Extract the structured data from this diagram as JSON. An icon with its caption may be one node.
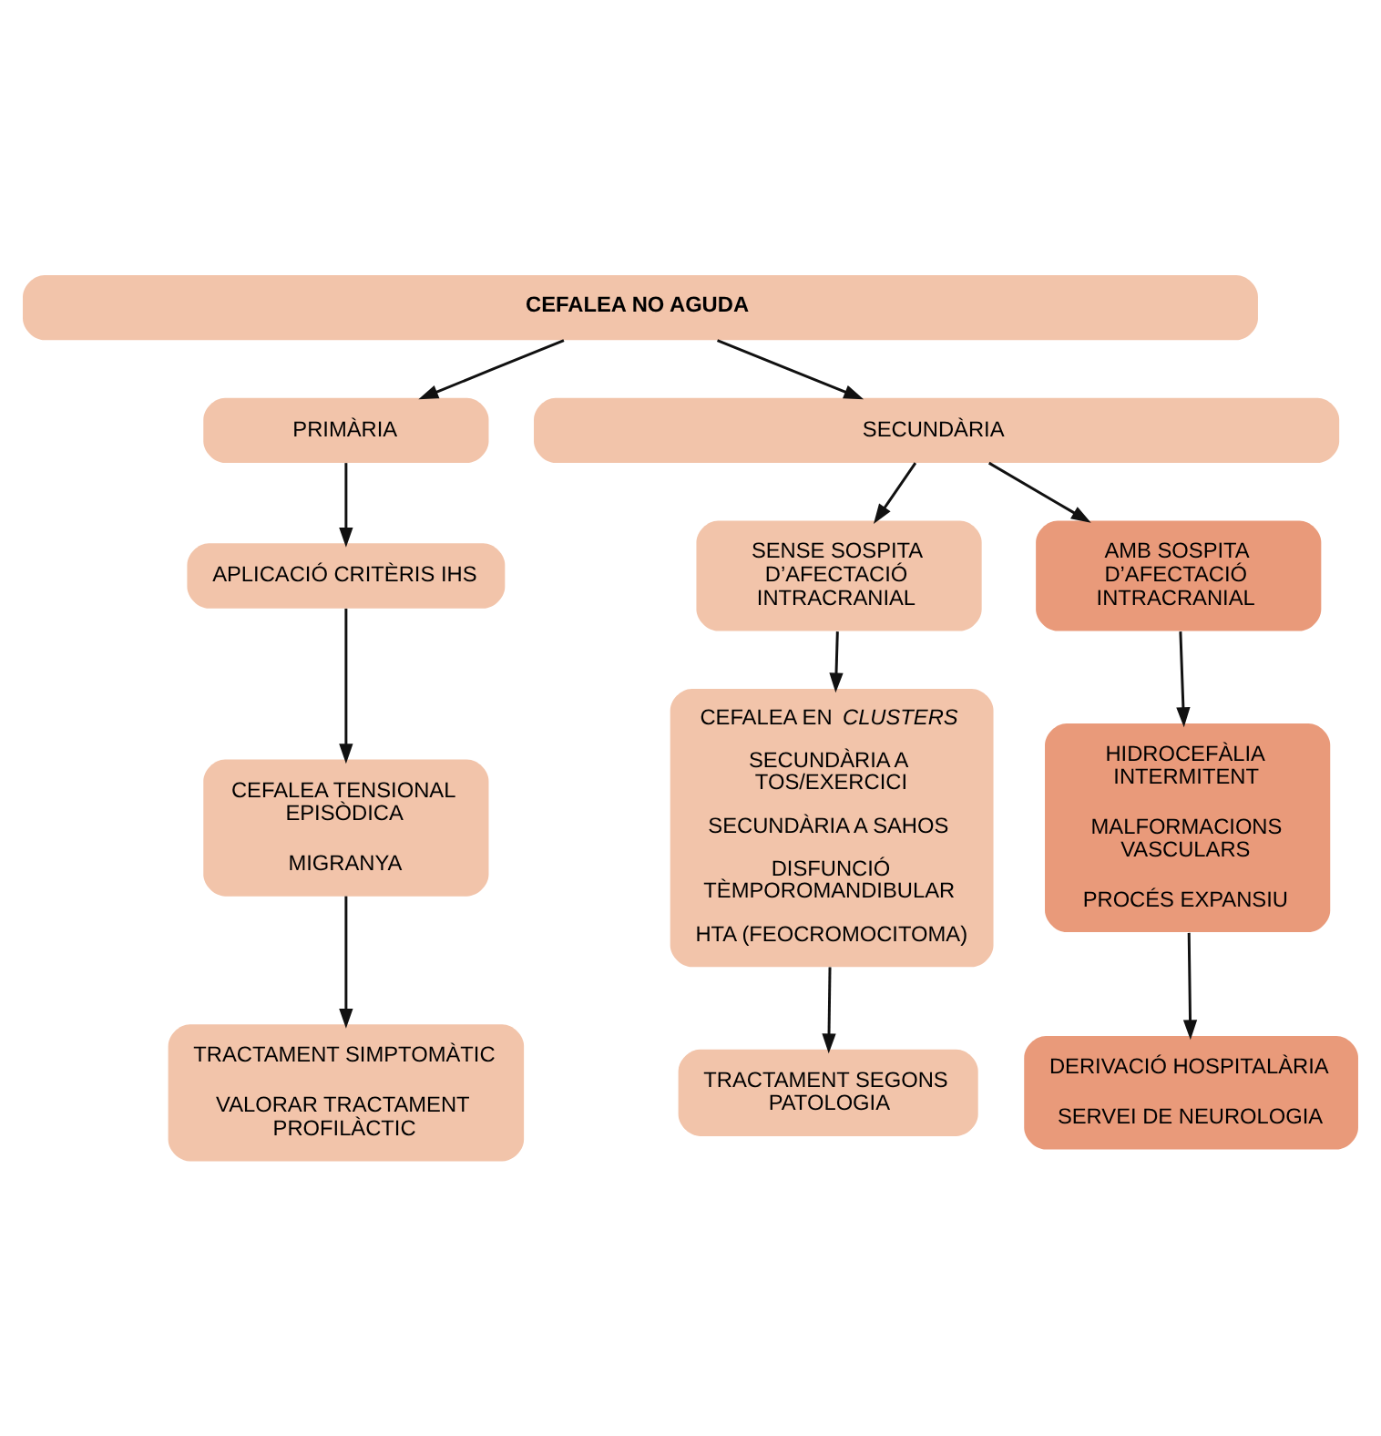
{
  "diagram": {
    "nodes": [
      {
        "text": [
          "CEFALEA NO AGUDA"
        ]
      },
      {
        "text": [
          "PRIMÀRIA"
        ]
      },
      {
        "text": [
          "SECUNDÀRIA"
        ]
      },
      {
        "text": [
          "APLICACIÓ CRITÈRIS IHS"
        ]
      },
      {
        "text": [
          "SENSE SOSPITA D’AFECTACIÓ INTRACRANIAL"
        ]
      },
      {
        "text": [
          "AMB SOSPITA D’AFECTACIÓ INTRACRANIAL"
        ]
      },
      {
        "text": [
          "CEFALEA TENSIONAL EPISÒDICA",
          "MIGRANYA"
        ]
      },
      {
        "text": [
          "CEFALEA EN *CLUSTERS*",
          "SECUNDÀRIA A TOS/EXERCICI",
          "SECUNDÀRIA A SAHOS",
          "DISFUNCIÓ TÈMPOROMANDIBULAR",
          "HTA (FEOCROMOCITOMA)"
        ]
      },
      {
        "text": [
          "HIDROCEFÀLIA INTERMITENT",
          "MALFORMACIONS VASCULARS",
          "PROCÉS EXPANSIU"
        ]
      },
      {
        "text": [
          "TRACTAMENT SIMPTOMÀTIC",
          "VALORAR TRACTAMENT PROFILÀCTIC"
        ]
      },
      {
        "text": [
          "TRACTAMENT SEGONS PATOLOGIA"
        ]
      },
      {
        "text": [
          "DERIVACIÓ HOSPITALÀRIA",
          "SERVEI DE NEUROLOGIA"
        ]
      }
    ],
    "edges": [
      {
        "from": 0,
        "to": 1,
        "arrow": "to"
      },
      {
        "from": 0,
        "to": 2,
        "arrow": "to"
      },
      {
        "from": 1,
        "to": 3,
        "arrow": "to"
      },
      {
        "from": 2,
        "to": 4,
        "arrow": "to"
      },
      {
        "from": 2,
        "to": 5,
        "arrow": "to"
      },
      {
        "from": 3,
        "to": 6,
        "arrow": "to"
      },
      {
        "from": 4,
        "to": 7,
        "arrow": "to"
      },
      {
        "from": 5,
        "to": 8,
        "arrow": "to"
      },
      {
        "from": 6,
        "to": 9,
        "arrow": "to"
      },
      {
        "from": 7,
        "to": 10,
        "arrow": "to"
      },
      {
        "from": 8,
        "to": 11,
        "arrow": "to"
      }
    ]
  }
}
